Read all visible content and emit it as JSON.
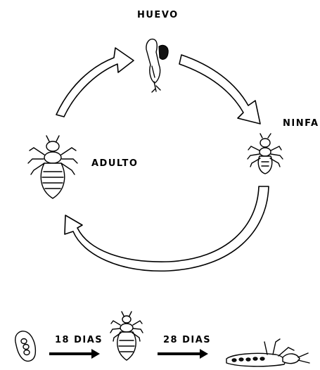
{
  "cycle": {
    "stages": {
      "egg": "HUEVO",
      "nymph": "NINFA",
      "adult": "ADULTO"
    }
  },
  "timeline": {
    "step1_label": "18 DIAS",
    "step2_label": "28 DIAS"
  }
}
